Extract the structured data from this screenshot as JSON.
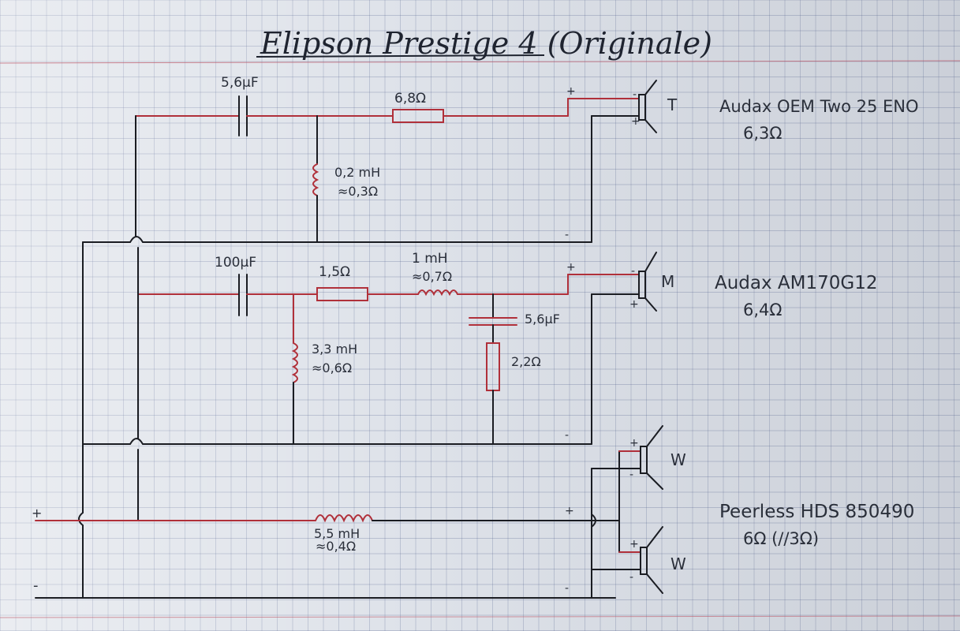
{
  "title": "Elipson Prestige 4 (Originale)",
  "tweeter": {
    "cap": "5,6µF",
    "resistor": "6,8Ω",
    "coil_value": "0,2 mH",
    "coil_res": "≈0,3Ω",
    "label": "T",
    "driver_name": "Audax OEM Two 25 ENO",
    "driver_imp": "6,3Ω"
  },
  "midrange": {
    "cap": "100µF",
    "resistor": "1,5Ω",
    "series_coil_value": "1 mH",
    "series_coil_res": "≈0,7Ω",
    "shunt_coil_value": "3,3 mH",
    "shunt_coil_res": "≈0,6Ω",
    "notch_cap": "5,6µF",
    "notch_res": "2,2Ω",
    "label": "M",
    "driver_name": "Audax AM170G12",
    "driver_imp": "6,4Ω"
  },
  "woofer": {
    "coil_value": "5,5 mH",
    "coil_res": "≈0,4Ω",
    "label_top": "W",
    "label_bottom": "W",
    "driver_name": "Peerless HDS 850490",
    "driver_imp": "6Ω (//3Ω)"
  },
  "polarity": {
    "plus": "+",
    "minus": "-"
  },
  "colors": {
    "wire_red": "#b0303a",
    "wire_dark": "#1a1c22",
    "ink": "#2a2f3a",
    "paper": "#dfe3ea",
    "margin_line": "#c05a6a"
  }
}
